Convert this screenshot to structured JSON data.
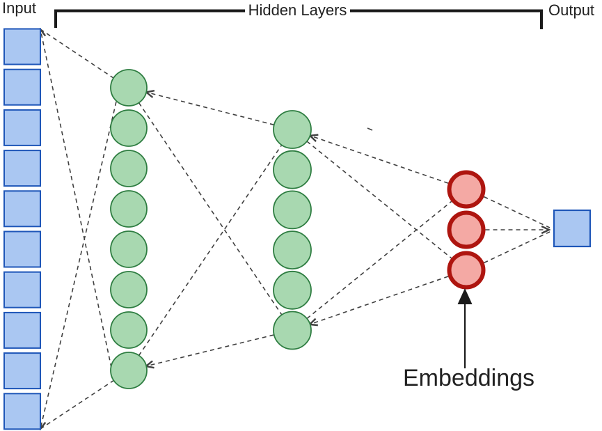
{
  "labels": {
    "input": "Input",
    "hidden_layers": "Hidden Layers",
    "output": "Output",
    "embeddings": "Embeddings"
  },
  "network": {
    "input_nodes": 10,
    "hidden_layer_1_nodes": 8,
    "hidden_layer_2_nodes": 6,
    "embedding_nodes": 3,
    "output_nodes": 1
  },
  "colors": {
    "input_fill": "#aac7f2",
    "input_border": "#1e56b8",
    "hidden_fill": "#a8d8b0",
    "hidden_border": "#2e7d41",
    "embedding_fill": "#f4a9a4",
    "embedding_border": "#ae150f",
    "connection_line": "#404040",
    "bracket": "#1a1a1a",
    "text": "#212121"
  }
}
